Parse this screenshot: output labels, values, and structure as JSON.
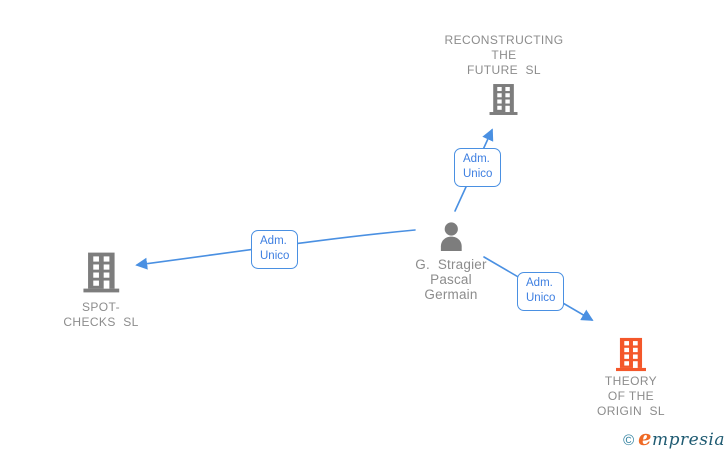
{
  "page": {
    "background": "#ffffff"
  },
  "colors": {
    "edge_blue": "#4a90e2",
    "edge_label_blue": "#3e7fe1",
    "node_gray": "#7d7d7d",
    "node_orange": "#f4572a",
    "label_gray": "#8c8c8c",
    "watermark_teal": "#2e7f9e",
    "watermark_dark_teal": "#1f5b72",
    "watermark_orange": "#ef6a25"
  },
  "nodes": {
    "reconstructing_the_future": {
      "label": "RECONSTRUCTING\nTHE\nFUTURE  SL",
      "type": "company",
      "icon": "building-icon",
      "icon_color": "#7d7d7d"
    },
    "person": {
      "label": "G.  Stragier\nPascal\nGermain",
      "type": "person",
      "icon": "person-icon",
      "icon_color": "#7d7d7d"
    },
    "spot_checks": {
      "label": "SPOT-\nCHECKS  SL",
      "type": "company",
      "icon": "building-icon",
      "icon_color": "#7d7d7d"
    },
    "theory_of_the_origin": {
      "label": "THEORY\nOF THE\nORIGIN  SL",
      "type": "company",
      "icon": "building-icon",
      "icon_color": "#f4572a"
    }
  },
  "edges": [
    {
      "id": "person-to-reconstructing-the-future",
      "label": "Adm.\nUnico"
    },
    {
      "id": "person-to-spot-checks",
      "label": "Adm.\nUnico"
    },
    {
      "id": "person-to-theory-of-the-origin",
      "label": "Adm.\nUnico"
    }
  ],
  "watermark": {
    "copyright_symbol": "©",
    "brand_initial": "e",
    "brand_rest": "mpresia"
  }
}
